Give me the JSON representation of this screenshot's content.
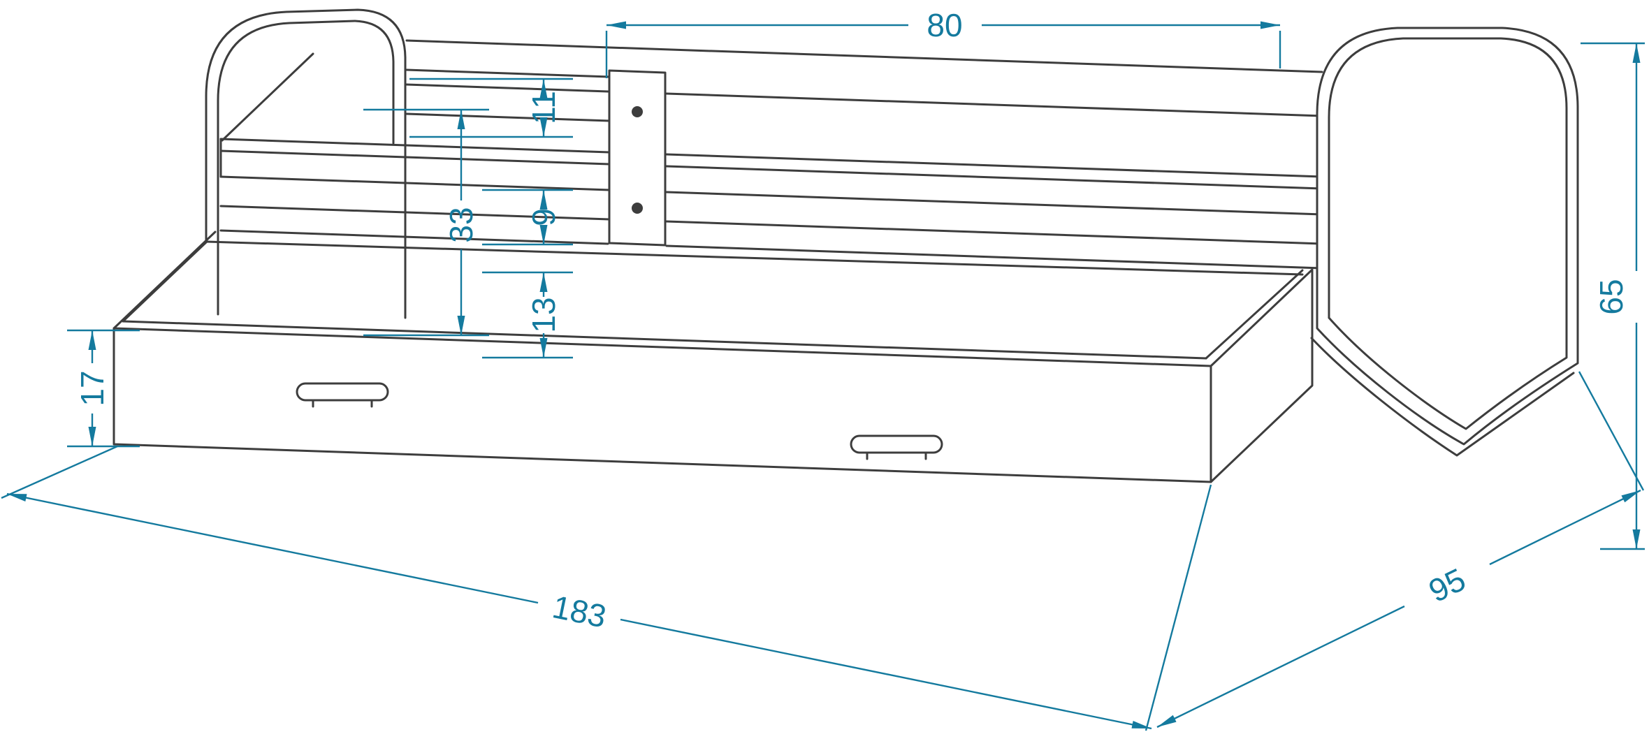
{
  "diagram": {
    "type": "furniture-dimension-drawing",
    "subject": "bed-with-drawer"
  },
  "colors": {
    "outline": "#3d3d3d",
    "dimension": "#147a9e",
    "background": "#ffffff"
  },
  "dimensions": {
    "top_opening": "80",
    "guardrail_height": "11",
    "side_inner_height": "33",
    "frame_upper": "9",
    "frame_lower": "13",
    "drawer_height": "17",
    "total_height": "65",
    "length": "183",
    "width": "95"
  }
}
